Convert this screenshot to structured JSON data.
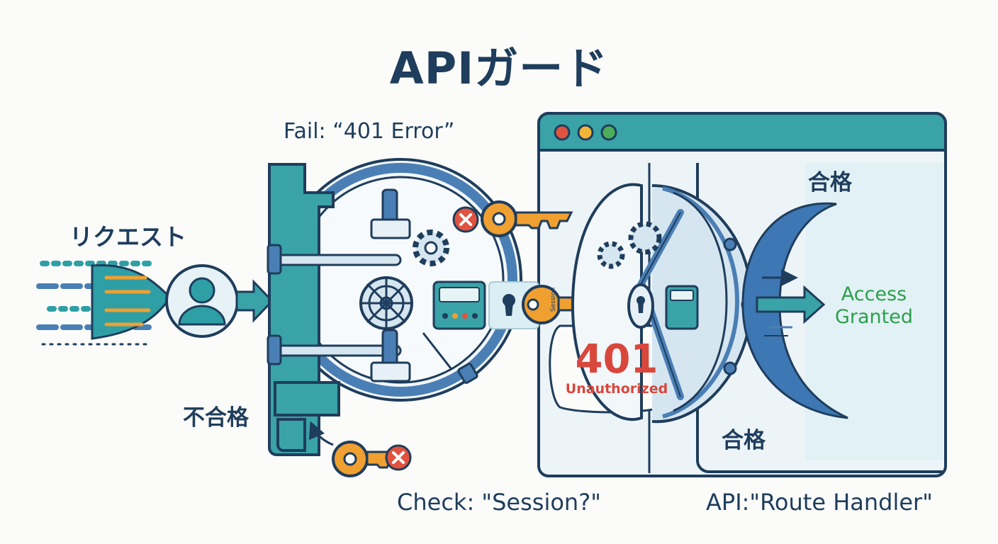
{
  "title": "APIガード",
  "labels": {
    "fail": "Fail: “401 Error”",
    "request": "リクエスト",
    "reject": "不合格",
    "pass_top": "合格",
    "pass_bottom": "合格",
    "check": "Check: \"Session?\"",
    "api": "API:\"Route Handler\"",
    "access_line1": "Access",
    "access_line2": "Granted",
    "error_code": "401",
    "error_text": "Unauthorized",
    "key_text": "Session"
  },
  "colors": {
    "navy": "#1f3d5c",
    "teal": "#2f9fa6",
    "blue": "#4a7fb5",
    "orange": "#f0a030",
    "red": "#d9473c",
    "green": "#2aa04a"
  },
  "icons": [
    "user-icon",
    "vault-door-icon",
    "gear-icon",
    "key-icon",
    "keyhole-icon",
    "check-icon",
    "cross-icon",
    "browser-window-icon",
    "arrow-right-icon"
  ]
}
